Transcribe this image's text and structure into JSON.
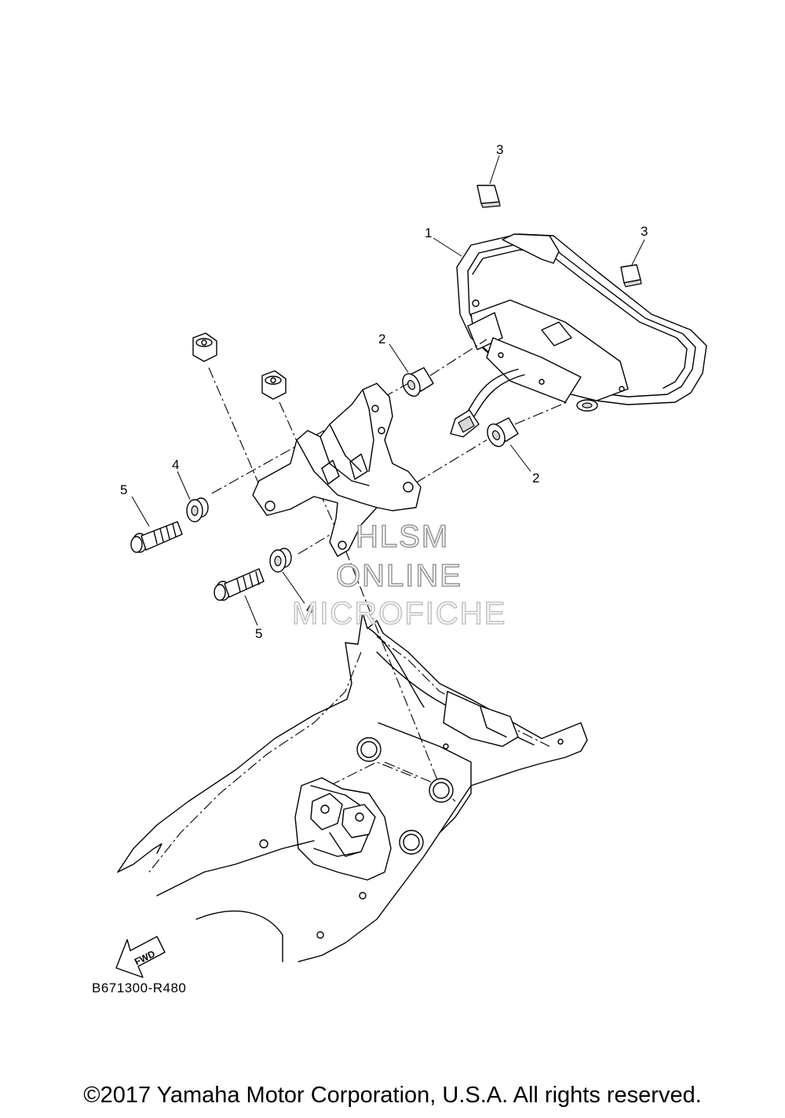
{
  "callouts": {
    "part1": "1",
    "part2_upper": "2",
    "part2_lower": "2",
    "part3_upper": "3",
    "part3_right": "3",
    "part4_upper": "4",
    "part4_lower": "4",
    "part5_upper": "5",
    "part5_lower": "5"
  },
  "watermark": {
    "line1": "HLSM",
    "line2": "ONLINE",
    "line3": "MICROFICHE"
  },
  "fwd_label": "FWD",
  "diagram_code": "B671300-R480",
  "copyright": "©2017 Yamaha Motor Corporation, U.S.A. All rights reserved."
}
